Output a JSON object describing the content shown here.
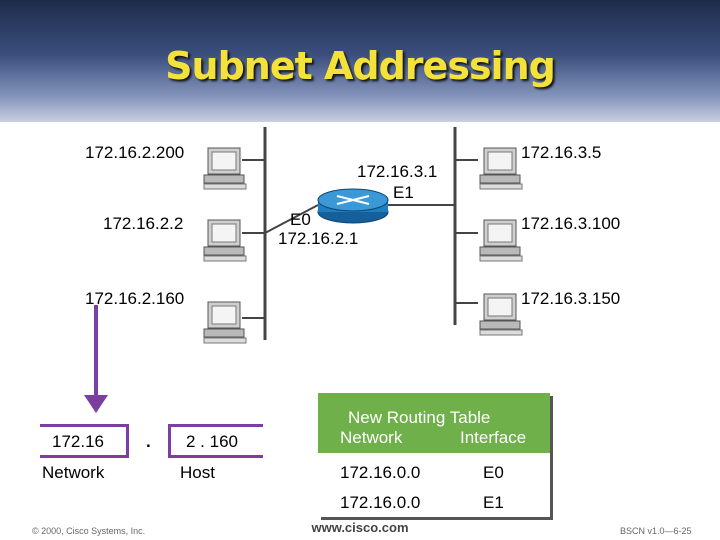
{
  "slide": {
    "title": "Subnet Addressing"
  },
  "hosts": {
    "h1": "172.16.2.200",
    "h2": "172.16.2.2",
    "h3": "172.16.2.160",
    "h4": "172.16.3.5",
    "h5": "172.16.3.100",
    "h6": "172.16.3.150"
  },
  "router": {
    "e1_ip": "172.16.3.1",
    "e1_label": "E1",
    "e0_label": "E0",
    "e0_ip": "172.16.2.1"
  },
  "address_breakdown": {
    "network_part": "172.16",
    "dot": ".",
    "host_part": "2 . 160",
    "network_label": "Network",
    "host_label": "Host"
  },
  "routing_table": {
    "title": "New Routing Table",
    "col_network": "Network",
    "col_interface": "Interface",
    "rows": [
      {
        "network": "172.16.0.0",
        "interface": "E0"
      },
      {
        "network": "172.16.0.0",
        "interface": "E1"
      }
    ]
  },
  "footer": {
    "copyright": "© 2000, Cisco Systems, Inc.",
    "url": "www.cisco.com",
    "page": "BSCN v1.0—6-25"
  },
  "colors": {
    "title": "#f4e23b",
    "table_header": "#6fb04a",
    "purple": "#7a3fa0",
    "router": "#1e7fc0"
  }
}
